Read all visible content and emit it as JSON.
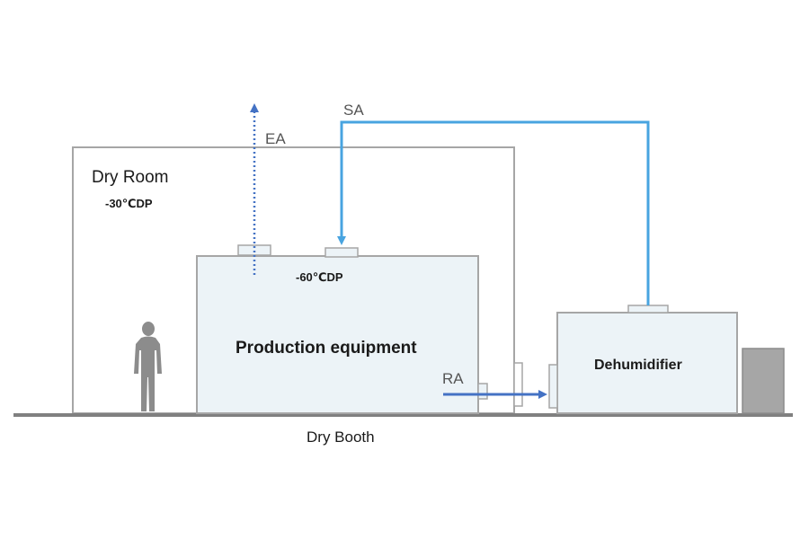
{
  "labels": {
    "dry_room": "Dry Room",
    "dry_room_dew_point": "-30℃DP",
    "equipment_dew_point": "-60℃DP",
    "production_equipment": "Production equipment",
    "dehumidifier": "Dehumidifier",
    "dry_booth": "Dry Booth"
  },
  "airflows": {
    "exhaust": "EA",
    "supply": "SA",
    "return": "RA"
  },
  "colors": {
    "wall_stroke": "#a6a6a6",
    "floor": "#808080",
    "box_fill": "#ecf3f7",
    "exhaust_arrow": "#4472c4",
    "supply_duct": "#48a4e0",
    "return_arrow": "#4472c4",
    "person": "#8c8c8c",
    "side_unit": "#a6a6a6"
  }
}
